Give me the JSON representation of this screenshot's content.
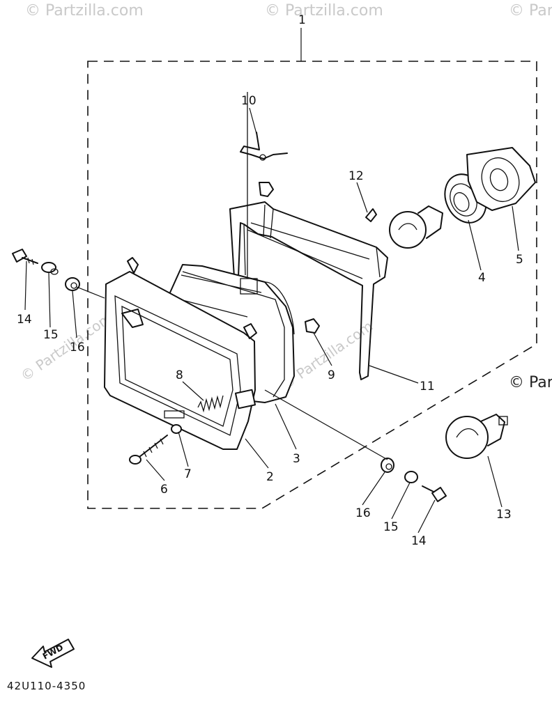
{
  "watermark": "© Partzilla.com",
  "diagram_code": "42U110-4350",
  "direction_label": "FWD",
  "callouts": [
    {
      "id": "1",
      "label": "1"
    },
    {
      "id": "2",
      "label": "2"
    },
    {
      "id": "3",
      "label": "3"
    },
    {
      "id": "4",
      "label": "4"
    },
    {
      "id": "5",
      "label": "5"
    },
    {
      "id": "6",
      "label": "6"
    },
    {
      "id": "7",
      "label": "7"
    },
    {
      "id": "8",
      "label": "8"
    },
    {
      "id": "9",
      "label": "9"
    },
    {
      "id": "10",
      "label": "10"
    },
    {
      "id": "11",
      "label": "11"
    },
    {
      "id": "12",
      "label": "12"
    },
    {
      "id": "13",
      "label": "13"
    },
    {
      "id": "14a",
      "label": "14"
    },
    {
      "id": "15a",
      "label": "15"
    },
    {
      "id": "16a",
      "label": "16"
    },
    {
      "id": "14b",
      "label": "14"
    },
    {
      "id": "15b",
      "label": "15"
    },
    {
      "id": "16b",
      "label": "16"
    }
  ]
}
